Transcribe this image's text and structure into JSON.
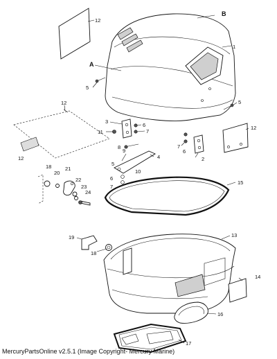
{
  "footer": "MercuryPartsOnline v2.5.1 (Image Copyright- Mercury Marine)",
  "letters": [
    "A",
    "B"
  ],
  "callouts": [
    "1",
    "2",
    "3",
    "4",
    "5",
    "5",
    "5",
    "6",
    "6",
    "6",
    "7",
    "7",
    "7",
    "8",
    "9",
    "10",
    "11",
    "12",
    "12",
    "12",
    "12",
    "13",
    "14",
    "15",
    "16",
    "17",
    "18",
    "18",
    "19",
    "20",
    "21",
    "22",
    "23",
    "24"
  ]
}
